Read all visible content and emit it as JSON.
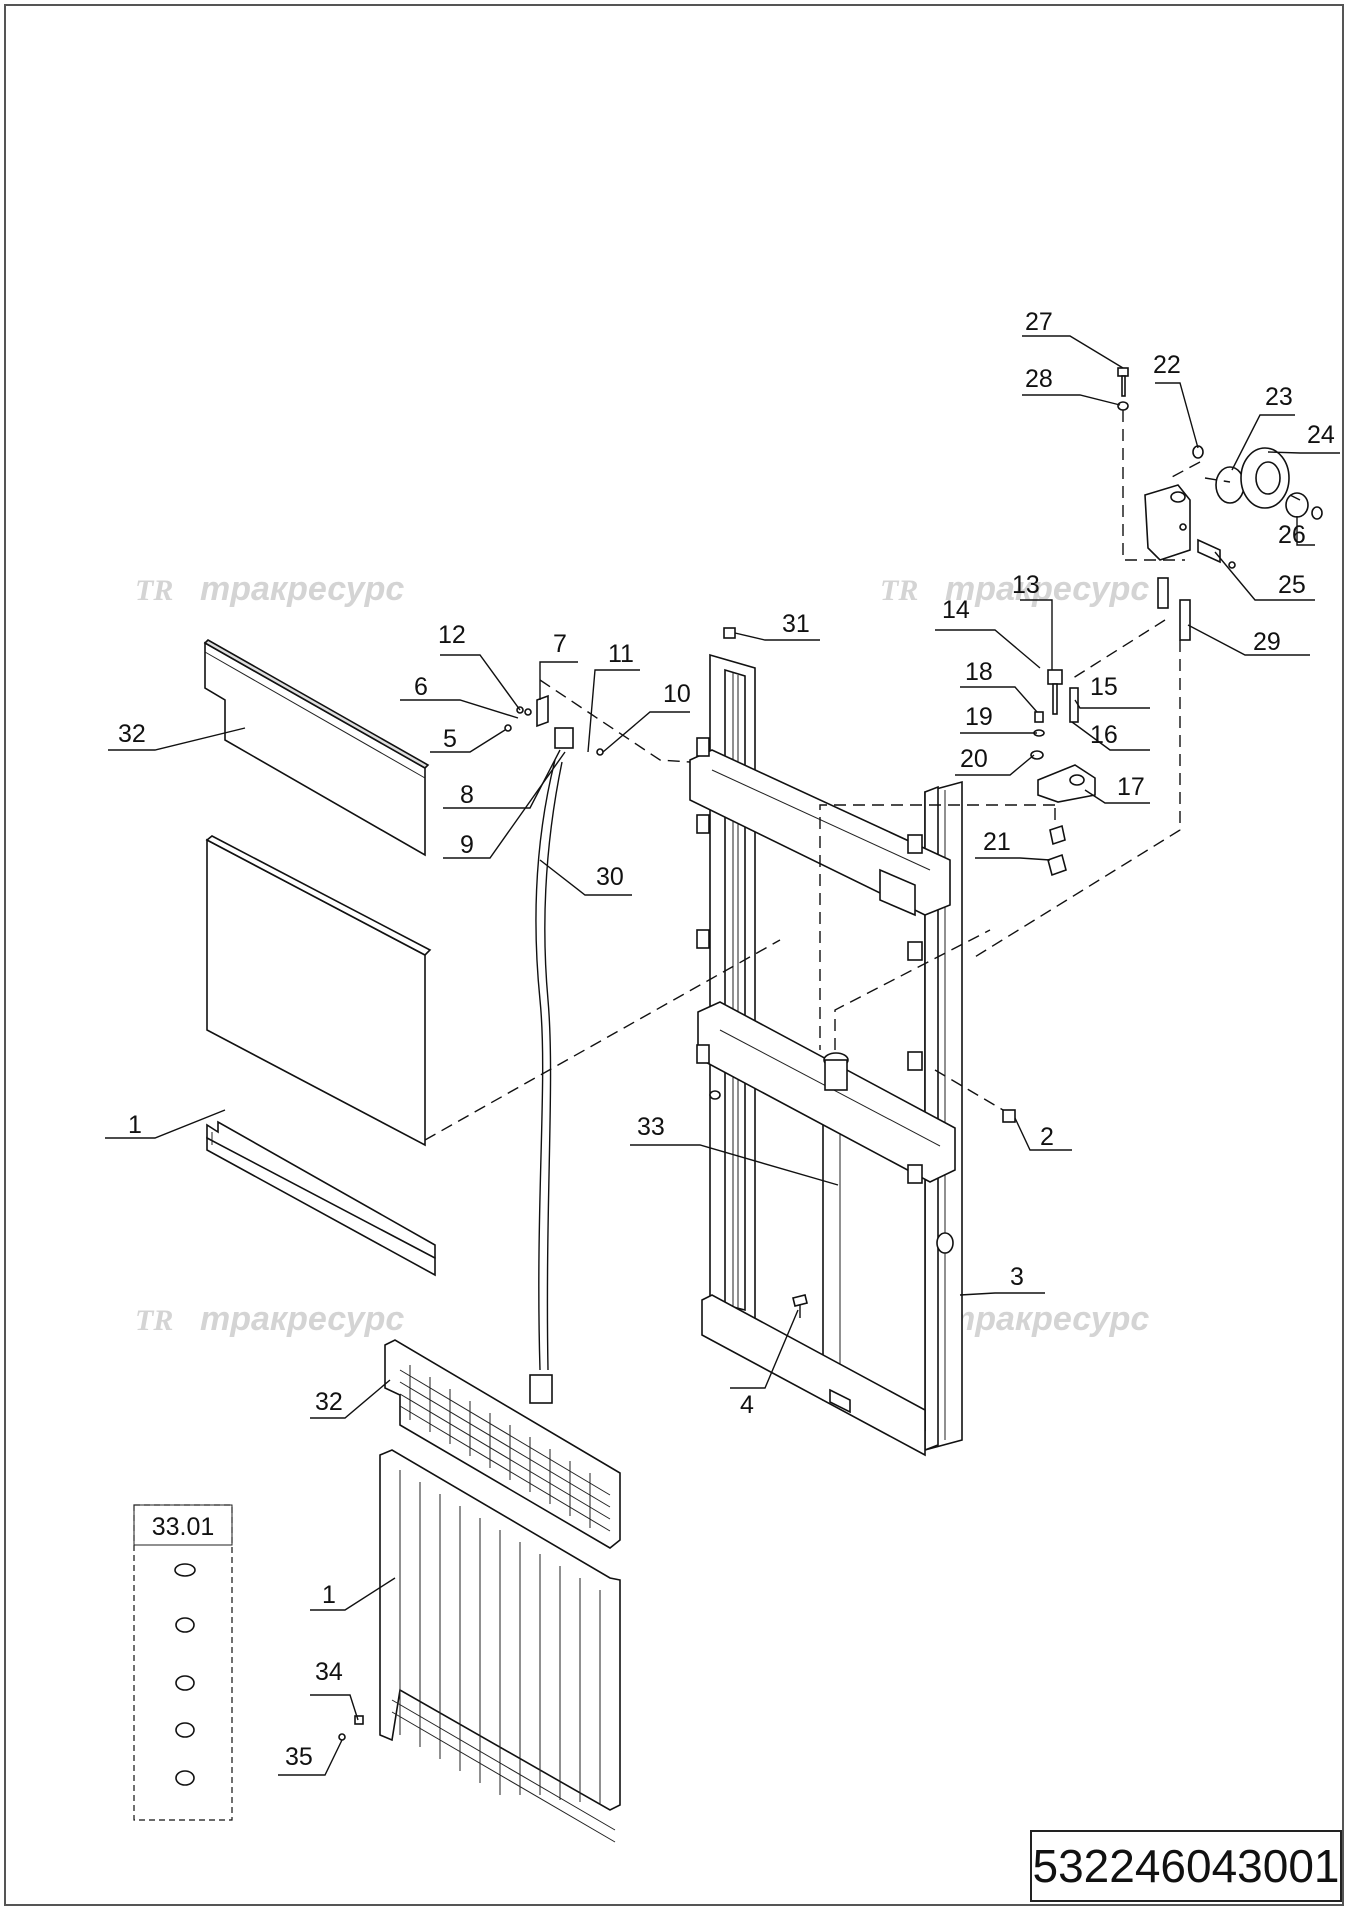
{
  "document_number": "532246043001",
  "watermark": {
    "logo": "TR",
    "text": "тракресурс"
  },
  "inset_label": "33.01",
  "callouts": [
    "1",
    "2",
    "3",
    "4",
    "5",
    "6",
    "7",
    "8",
    "9",
    "10",
    "11",
    "12",
    "13",
    "14",
    "15",
    "16",
    "17",
    "18",
    "19",
    "20",
    "21",
    "22",
    "23",
    "24",
    "25",
    "26",
    "27",
    "28",
    "29",
    "30",
    "31",
    "32",
    "33",
    "34",
    "35"
  ],
  "callouts_lower": {
    "c32": "32",
    "c1": "1",
    "c34": "34",
    "c35": "35"
  }
}
